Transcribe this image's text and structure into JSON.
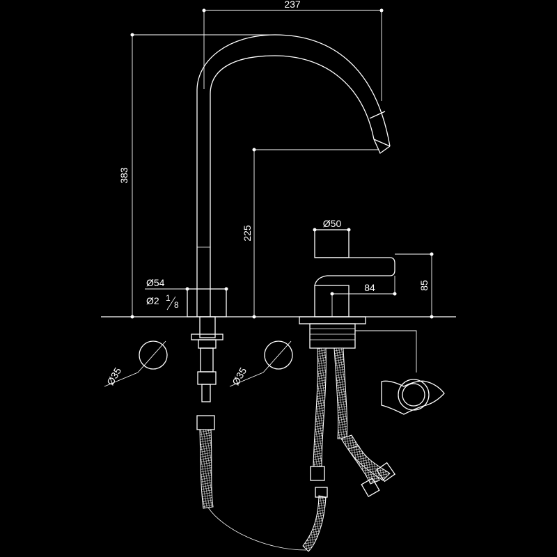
{
  "colors": {
    "background": "#000000",
    "line": "#ffffff"
  },
  "dimensions": {
    "spout_width": "237",
    "spout_height": "383",
    "outlet_height": "225",
    "body_diameter": "Ø50",
    "lever_length": "84",
    "body_height": "85",
    "base_diameter": "Ø54",
    "thread_prefix": "Ø2",
    "thread_num": "1",
    "thread_den": "8",
    "hole_spout": "Ø35",
    "hole_mixer": "Ø35"
  }
}
